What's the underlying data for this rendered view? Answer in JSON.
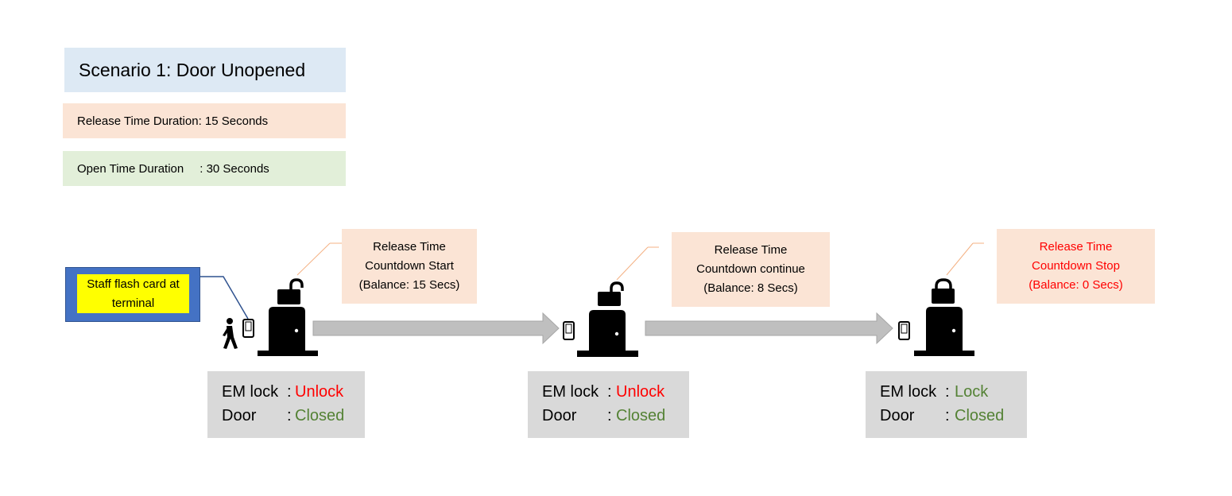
{
  "title": "Scenario 1: Door Unopened",
  "release_duration": "Release Time Duration: 15 Seconds",
  "open_duration": {
    "label": "Open Time Duration",
    "value": ": 30 Seconds"
  },
  "staff_note": {
    "line1": "Staff flash card at",
    "line2": "terminal"
  },
  "stages": [
    {
      "callout": {
        "line1": "Release Time",
        "line2": "Countdown Start",
        "line3": "(Balance: 15 Secs)"
      },
      "em_lock_label": "EM lock",
      "em_lock_value": "Unlock",
      "door_label": "Door",
      "door_value": "Closed",
      "colon": ":"
    },
    {
      "callout": {
        "line1": "Release Time",
        "line2": "Countdown continue",
        "line3": "(Balance: 8 Secs)"
      },
      "em_lock_label": "EM lock",
      "em_lock_value": "Unlock",
      "door_label": "Door",
      "door_value": "Closed",
      "colon": ":"
    },
    {
      "callout": {
        "line1": "Release Time",
        "line2": "Countdown Stop",
        "line3": "(Balance: 0 Secs)"
      },
      "em_lock_label": "EM lock",
      "em_lock_value": "Lock",
      "door_label": "Door",
      "door_value": "Closed",
      "colon": ":"
    }
  ],
  "colors": {
    "title_bg": "#dde9f4",
    "release_bg": "#fbe4d5",
    "open_bg": "#e2efd9",
    "status_bg": "#d9d9d9",
    "unlock": "#ff0000",
    "lock": "#548235",
    "closed": "#548235",
    "staff_frame": "#4472c4",
    "staff_fill": "#ffff00",
    "arrow": "#bfbfbf"
  },
  "icons": [
    "walking-person-icon",
    "card-reader-icon",
    "door-icon",
    "padlock-open-icon",
    "padlock-closed-icon",
    "arrow-right-icon"
  ]
}
